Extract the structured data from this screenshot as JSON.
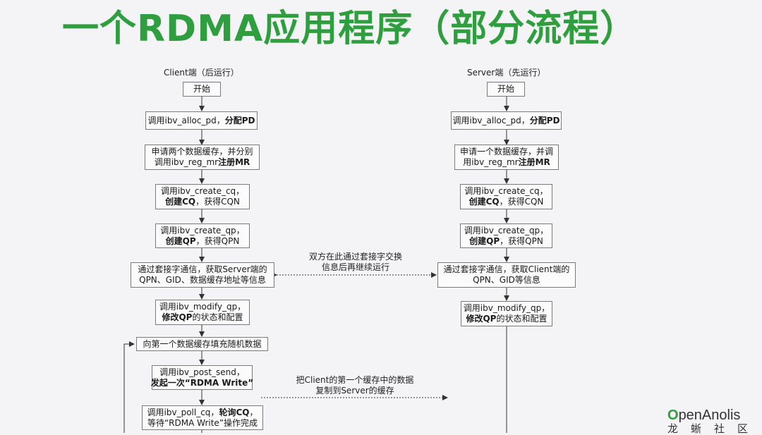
{
  "slide": {
    "title": "一个RDMA应用程序（部分流程）"
  },
  "client": {
    "label": "Client端（后运行）",
    "steps": [
      {
        "l1": "开始"
      },
      {
        "l1": "调用ibv_alloc_pd，",
        "b1": "分配PD"
      },
      {
        "l1": "申请两个数据缓存，并分别",
        "l2": "调用ibv_reg_mr",
        "b2": "注册MR"
      },
      {
        "l1": "调用ibv_create_cq，",
        "b2": "创建CQ",
        "l2": "，获得CQN"
      },
      {
        "l1": "调用ibv_create_qp，",
        "b2": "创建QP",
        "l2": "，获得QPN"
      },
      {
        "l1": "通过套接字通信，获取Server端的",
        "l2": "QPN、GID、数据缓存地址等信息"
      },
      {
        "l1": "调用ibv_modify_qp，",
        "b2": "修改QP",
        "l2": "的状态和配置"
      },
      {
        "l1": "向第一个数据缓存填充随机数据"
      },
      {
        "l1": "调用ibv_post_send，",
        "b2": "发起一次“RDMA Write”"
      },
      {
        "l1": "调用ibv_poll_cq，",
        "b1": "轮询CQ",
        "l1b": "，",
        "l2": "等待“RDMA Write”操作完成"
      }
    ]
  },
  "server": {
    "label": "Server端（先运行）",
    "steps": [
      {
        "l1": "开始"
      },
      {
        "l1": "调用ibv_alloc_pd，",
        "b1": "分配PD"
      },
      {
        "l1": "申请一个数据缓存，并调",
        "l2": "用ibv_reg_mr",
        "b2": "注册MR"
      },
      {
        "l1": "调用ibv_create_cq，",
        "b2": "创建CQ",
        "l2": "，获得CQN"
      },
      {
        "l1": "调用ibv_create_qp，",
        "b2": "创建QP",
        "l2": "，获得QPN"
      },
      {
        "l1": "通过套接字通信，获取Client端的",
        "l2": "QPN、GID等信息"
      },
      {
        "l1": "调用ibv_modify_qp，",
        "b2": "修改QP",
        "l2": "的状态和配置"
      }
    ]
  },
  "notes": {
    "exchange": {
      "l1": "双方在此通过套接字交换",
      "l2": "信息后再继续运行"
    },
    "write": {
      "l1": "把Client的第一个缓存中的数据",
      "l2": "复制到Server的缓存"
    }
  },
  "logo": {
    "brand_o": "O",
    "brand_rest": "penAnolis",
    "sub": "龙蜥社区"
  },
  "colors": {
    "title": "#2e9e3f",
    "logo_accent": "#2e9e3f"
  }
}
